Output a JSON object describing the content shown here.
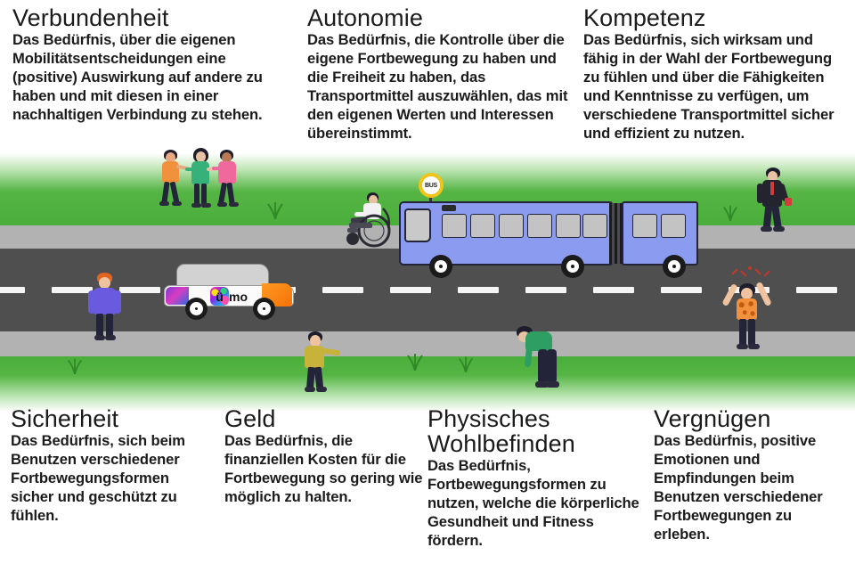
{
  "poster": {
    "title_hidden": "",
    "needs_top": [
      {
        "id": "verbundenheit",
        "heading": "Verbundenheit",
        "body": "Das Bedürfnis, über die eigenen Mobilitätsentscheidungen eine (positive) Auswirkung auf andere zu haben und mit diesen in einer nachhaltigen Verbindung zu stehen."
      },
      {
        "id": "autonomie",
        "heading": "Autonomie",
        "body": "Das Bedürfnis, die Kontrolle über die eigene Fortbewegung zu haben und die Freiheit zu haben, das Transportmittel auszuwählen, das mit den eigenen Werten und Interessen übereinstimmt."
      },
      {
        "id": "kompetenz",
        "heading": "Kompetenz",
        "body": "Das Bedürfnis, sich wirksam und fähig in der Wahl der Fortbewegung zu fühlen und über die Fähigkeiten und Kenntnisse zu verfügen, um verschiedene Transportmittel sicher und effizient zu nutzen."
      }
    ],
    "needs_bottom": [
      {
        "id": "sicherheit",
        "heading": "Sicherheit",
        "body": "Das Bedürfnis, sich beim Benutzen verschiedener Fortbewegungsformen sicher und geschützt zu fühlen."
      },
      {
        "id": "geld",
        "heading": "Geld",
        "body": "Das Bedürfnis, die finanziellen Kosten für die Fortbewegung so gering wie möglich zu halten."
      },
      {
        "id": "physisches-wohlbefinden",
        "heading": "Physisches Wohlbefinden",
        "body": "Das Bedürfnis, Fortbewegungsformen zu nutzen, welche die körperliche Gesundheit und Fitness fördern."
      },
      {
        "id": "vergnuegen",
        "heading": "Vergnügen",
        "body": "Das Bedürfnis, positive Emotionen und Empfindungen beim Benutzen verschiedener Fortbewegungen zu erleben."
      }
    ]
  },
  "scene": {
    "bus_stop_sign_label": "BUS",
    "van_logo_letter": "ü",
    "van_logo_word": "mo",
    "colors": {
      "grass": "#4aae3a",
      "sidewalk": "#b2b2b2",
      "road": "#4f4f4f",
      "road_dash": "#f4f4f4",
      "bus_body": "#8b9cf0",
      "bus_window": "#c3c3c3",
      "sign_ring": "#f0c419",
      "van_body": "#fbfbfb",
      "van_roof": "#d2d2d2",
      "van_accent_orange": "#f4720a",
      "text": "#1b1b1b"
    },
    "figures": [
      {
        "id": "walker-group-left",
        "label": "three-people-holding-hands"
      },
      {
        "id": "wheelchair-user",
        "label": "person-in-wheelchair"
      },
      {
        "id": "suited-walker",
        "label": "person-in-suit-walking"
      },
      {
        "id": "hoodie-standing",
        "label": "person-in-purple-hoodie"
      },
      {
        "id": "yellow-shirt-walker",
        "label": "person-in-yellow-shirt"
      },
      {
        "id": "green-shirt-stretch",
        "label": "person-in-green-shirt-stretching"
      },
      {
        "id": "celebrating-person",
        "label": "person-with-arms-raised"
      }
    ]
  }
}
